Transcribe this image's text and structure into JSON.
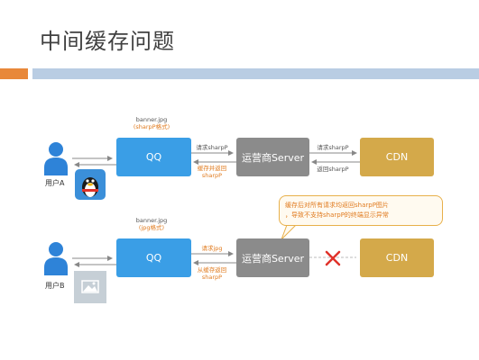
{
  "slide": {
    "title": "中间缓存问题"
  },
  "row1": {
    "file_line1": "banner.jpg",
    "file_line2": "(sharpP格式)",
    "qq_label": "QQ",
    "server_label": "运营商Server",
    "cdn_label": "CDN",
    "req_label": "请求sharpP",
    "cache_return_line1": "缓存并返回",
    "cache_return_line2": "sharpP",
    "cdn_req_label": "请求sharpP",
    "cdn_return_label": "返回sharpP",
    "user_label": "用户A"
  },
  "row2": {
    "file_line1": "banner.jpg",
    "file_line2": "(jpg格式)",
    "qq_label": "QQ",
    "server_label": "运营商Server",
    "cdn_label": "CDN",
    "req_label": "请求jpg",
    "cache_return_line1": "从缓存返回",
    "cache_return_line2": "sharpP",
    "user_label": "用户B"
  },
  "callout": {
    "line1": "缓存后对所有请求均返回sharpP图片",
    "line2": "，导致不支持sharpP的终端显示异常"
  },
  "colors": {
    "qq_blue": "#3a9ee6",
    "server_grey": "#8b8b8b",
    "cdn_gold": "#d4a94a",
    "user_blue": "#2e83d8",
    "annotation_orange": "#e07b1f",
    "error_red": "#e0322a"
  },
  "icons": {
    "user_a": "user-silhouette-icon",
    "user_b": "user-silhouette-icon",
    "qq_avatar": "qq-penguin-icon",
    "image_placeholder": "image-placeholder-icon",
    "blocked": "red-cross-icon"
  }
}
